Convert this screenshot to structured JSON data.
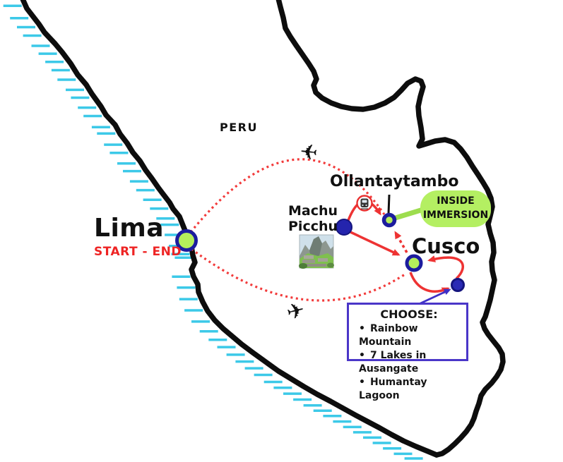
{
  "country_label": "PERU",
  "lima": {
    "name": "Lima",
    "subtitle": "START - END"
  },
  "machu_picchu": {
    "line1": "Machu",
    "line2": "Picchu"
  },
  "ollantaytambo": {
    "name": "Ollantaytambo"
  },
  "cusco": {
    "name": "Cusco"
  },
  "inside_immersion": {
    "line1": "INSIDE",
    "line2": "IMMERSION"
  },
  "choose": {
    "title": "CHOOSE:",
    "items": [
      "Rainbow Mountain",
      "7 Lakes in Ausangate",
      "Humantay Lagoon"
    ]
  },
  "icons": {
    "plane": "✈",
    "train": "train-icon"
  },
  "colors": {
    "route_red": "#ee3333",
    "dotted_red": "#f23b3b",
    "marker_green": "#b5ee5b",
    "marker_navy": "#1c1c9e",
    "dot_navy": "#2424ad",
    "coast_cyan": "#3cc9e8",
    "outline_black": "#0d0d0d",
    "choose_border": "#4a36c8",
    "immersion_green": "#b4ef62",
    "blue_line": "#3d2fc7"
  }
}
